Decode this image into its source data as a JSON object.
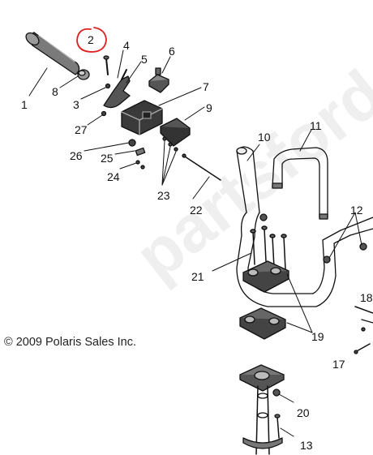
{
  "copyright": "© 2009 Polaris Sales Inc.",
  "watermark": "partsfordextreme",
  "highlight_color": "#e02020",
  "part_numbers": {
    "p1": "1",
    "p2": "2",
    "p3": "3",
    "p4": "4",
    "p5": "5",
    "p6": "6",
    "p7": "7",
    "p8": "8",
    "p9": "9",
    "p10": "10",
    "p11": "11",
    "p12": "12",
    "p13": "13",
    "p17": "17",
    "p18": "18",
    "p19": "19",
    "p20": "20",
    "p21": "21",
    "p22": "22",
    "p23": "23",
    "p24": "24",
    "p25": "25",
    "p26": "26",
    "p27": "27"
  }
}
